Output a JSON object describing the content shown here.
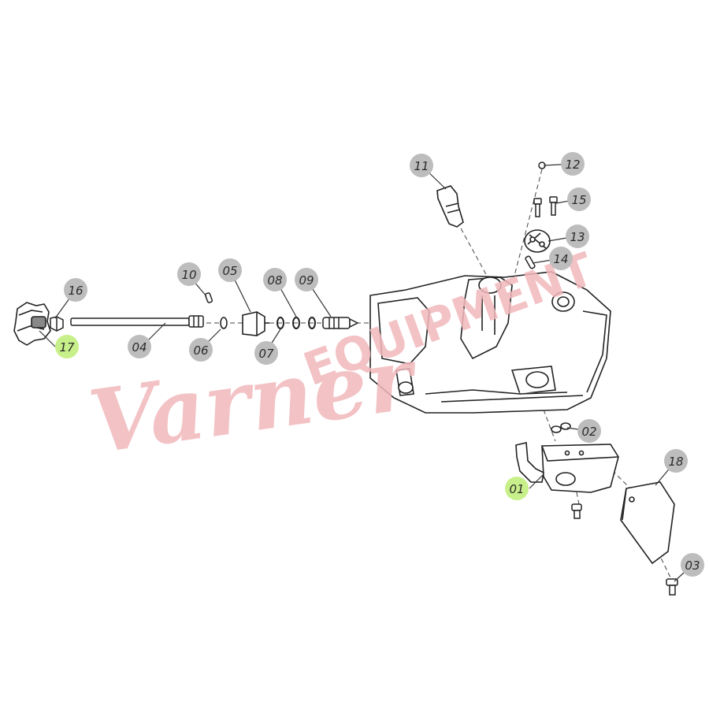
{
  "watermark": {
    "script": "Varner",
    "block": "EQUIPMENT",
    "color": "#f2b8bc"
  },
  "colors": {
    "callout_default": "#bdbdbd",
    "callout_highlight": "#c8f08a",
    "line": "#333333"
  },
  "callouts": [
    {
      "id": "01",
      "label": "01",
      "highlight": true
    },
    {
      "id": "02",
      "label": "02",
      "highlight": false
    },
    {
      "id": "03",
      "label": "03",
      "highlight": false
    },
    {
      "id": "04",
      "label": "04",
      "highlight": false
    },
    {
      "id": "05",
      "label": "05",
      "highlight": false
    },
    {
      "id": "06",
      "label": "06",
      "highlight": false
    },
    {
      "id": "07",
      "label": "07",
      "highlight": false
    },
    {
      "id": "08",
      "label": "08",
      "highlight": false
    },
    {
      "id": "09",
      "label": "09",
      "highlight": false
    },
    {
      "id": "10",
      "label": "10",
      "highlight": false
    },
    {
      "id": "11",
      "label": "11",
      "highlight": false
    },
    {
      "id": "12",
      "label": "12",
      "highlight": false
    },
    {
      "id": "13",
      "label": "13",
      "highlight": false
    },
    {
      "id": "14",
      "label": "14",
      "highlight": false
    },
    {
      "id": "15",
      "label": "15",
      "highlight": false
    },
    {
      "id": "16",
      "label": "16",
      "highlight": false
    },
    {
      "id": "17",
      "label": "17",
      "highlight": true
    },
    {
      "id": "18",
      "label": "18",
      "highlight": false
    }
  ]
}
